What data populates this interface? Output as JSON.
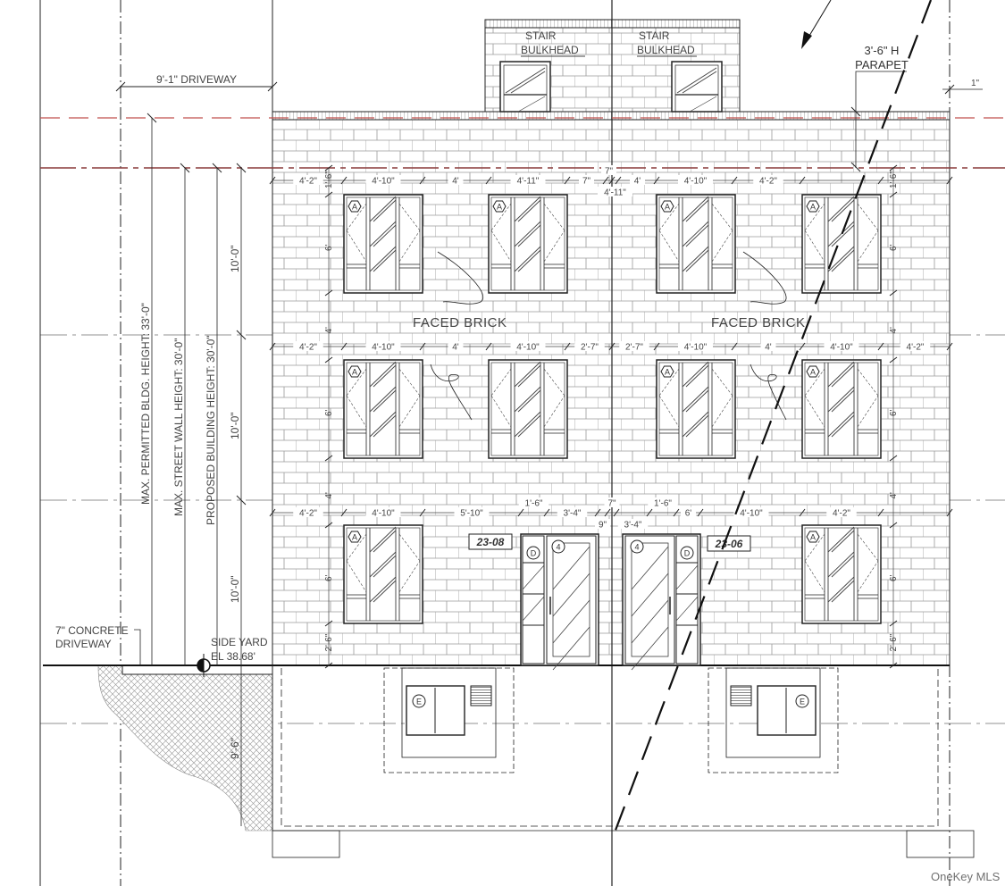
{
  "title_block": {
    "driveway_width": "9'-1\" DRIVEWAY",
    "parapet": [
      "3'-6\" H",
      "PARAPET"
    ],
    "parapet_offset": "1\"",
    "stair_bulkhead_left": [
      "STAIR",
      "BULKHEAD"
    ],
    "stair_bulkhead_right": [
      "STAIR",
      "BULKHEAD"
    ],
    "faced_brick_left": "FACED BRICK",
    "faced_brick_right": "FACED BRICK",
    "concrete_driveway": [
      "7\" CONCRETE",
      "DRIVEWAY"
    ],
    "side_yard": [
      "SIDE YARD",
      "EL 38.68'"
    ],
    "max_bldg_height": "MAX. PERMITTED BLDG. HEIGHT: 33'-0\"",
    "max_street_wall": "MAX. STREET WALL HEIGHT: 30'-0\"",
    "proposed_height": "PROPOSED BUILDING  HEIGHT: 30'-0\"",
    "floor_heights": [
      "10'-0\"",
      "10'-0\"",
      "10'-0\""
    ],
    "cellar_depth": "9'-6\"",
    "address_left": "23-08",
    "address_right": "23-06",
    "watermark": "OneKey MLS"
  },
  "dimensions": {
    "top_row": [
      "4'-2\"",
      "4'-10\"",
      "4'",
      "4'-11\"",
      "7\"",
      "7\"",
      "4'-11\"",
      "4'",
      "4'-10\"",
      "4'-2\""
    ],
    "middle_row": [
      "4'-2\"",
      "4'-10\"",
      "4'",
      "4'-10\"",
      "2'-7\"",
      "2'-7\"",
      "4'-10\"",
      "4'",
      "4'-10\"",
      "4'-2\""
    ],
    "bottom_row": [
      "4'-2\"",
      "4'-10\"",
      "5'-10\"",
      "1'-6\"",
      "3'-4\"",
      "9\"",
      "7\"",
      "3'-4\"",
      "1'-6\"",
      "6'",
      "4'-10\"",
      "4'-2\""
    ],
    "right_vertical": [
      "1'-6\"",
      "6'",
      "4'",
      "6'",
      "4'",
      "6'",
      "2'-6\""
    ],
    "left_vertical": [
      "1'-6\"",
      "6'",
      "4'",
      "6'",
      "4'",
      "6'",
      "2'-6\""
    ]
  },
  "tags": {
    "window": "A",
    "door": "D",
    "door_type": "4",
    "cellar_window": "E"
  },
  "colors": {
    "line": "#222222",
    "brick": "#9a9a9a",
    "red_datum": "#c0504d"
  }
}
